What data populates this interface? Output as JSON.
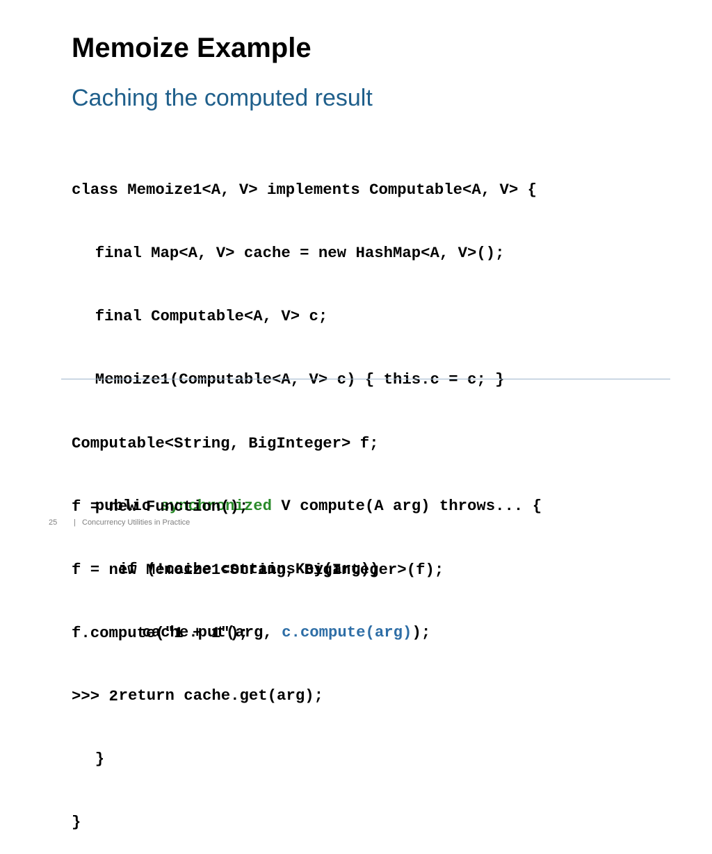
{
  "slide": {
    "title": "Memoize Example",
    "subtitle": "Caching the computed result",
    "subtitle_color": "#1f5f8b"
  },
  "highlight_colors": {
    "keyword": "#2a8a2a",
    "call": "#2e6ea6"
  },
  "code_upper": {
    "l1": "class Memoize1<A, V> implements Computable<A, V> {",
    "l2": "final Map<A, V> cache = new HashMap<A, V>();",
    "l3": "final Computable<A, V> c;",
    "l4": "Memoize1(Computable<A, V> c) { this.c = c; }",
    "l5a": "public ",
    "l5b": "synchronized",
    "l5c": " V compute(A arg) throws... {",
    "l6": "if (!cache.containsKey(arg))",
    "l7a": "cache.put(arg, ",
    "l7b": "c.compute(arg)",
    "l7c": ");",
    "l8": "return cache.get(arg);",
    "l9": "}",
    "l10": "}"
  },
  "code_lower": {
    "l1": "Computable<String, BigInteger> f;",
    "l2": "f = new Function();",
    "l3": "f = new Memoize1<String, BigInteger>(f);",
    "l4": "f.compute(\"1 + 1\");",
    "l5": ">>> 2"
  },
  "footer": {
    "page_number": "25",
    "divider": "|",
    "text": "Concurrency Utilities in Practice"
  }
}
